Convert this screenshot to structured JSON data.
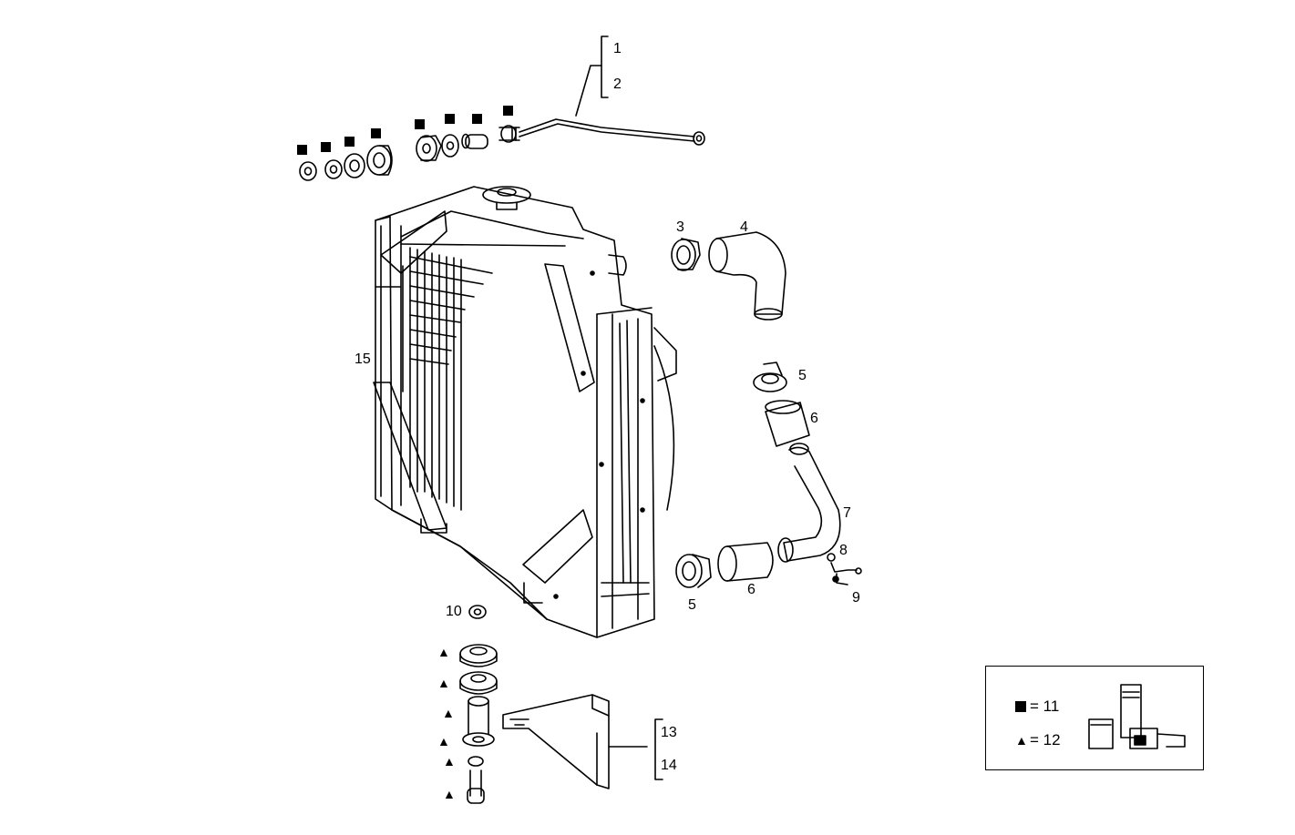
{
  "parts": {
    "p1": "1",
    "p2": "2",
    "p3": "3",
    "p4": "4",
    "p5a": "5",
    "p5b": "5",
    "p6a": "6",
    "p6b": "6",
    "p7": "7",
    "p8": "8",
    "p9": "9",
    "p10": "10",
    "p13": "13",
    "p14": "14",
    "p15": "15"
  },
  "markers": {
    "triangle": "▲"
  },
  "legend": {
    "square_label": "= 11",
    "triangle_label": "= 12"
  }
}
